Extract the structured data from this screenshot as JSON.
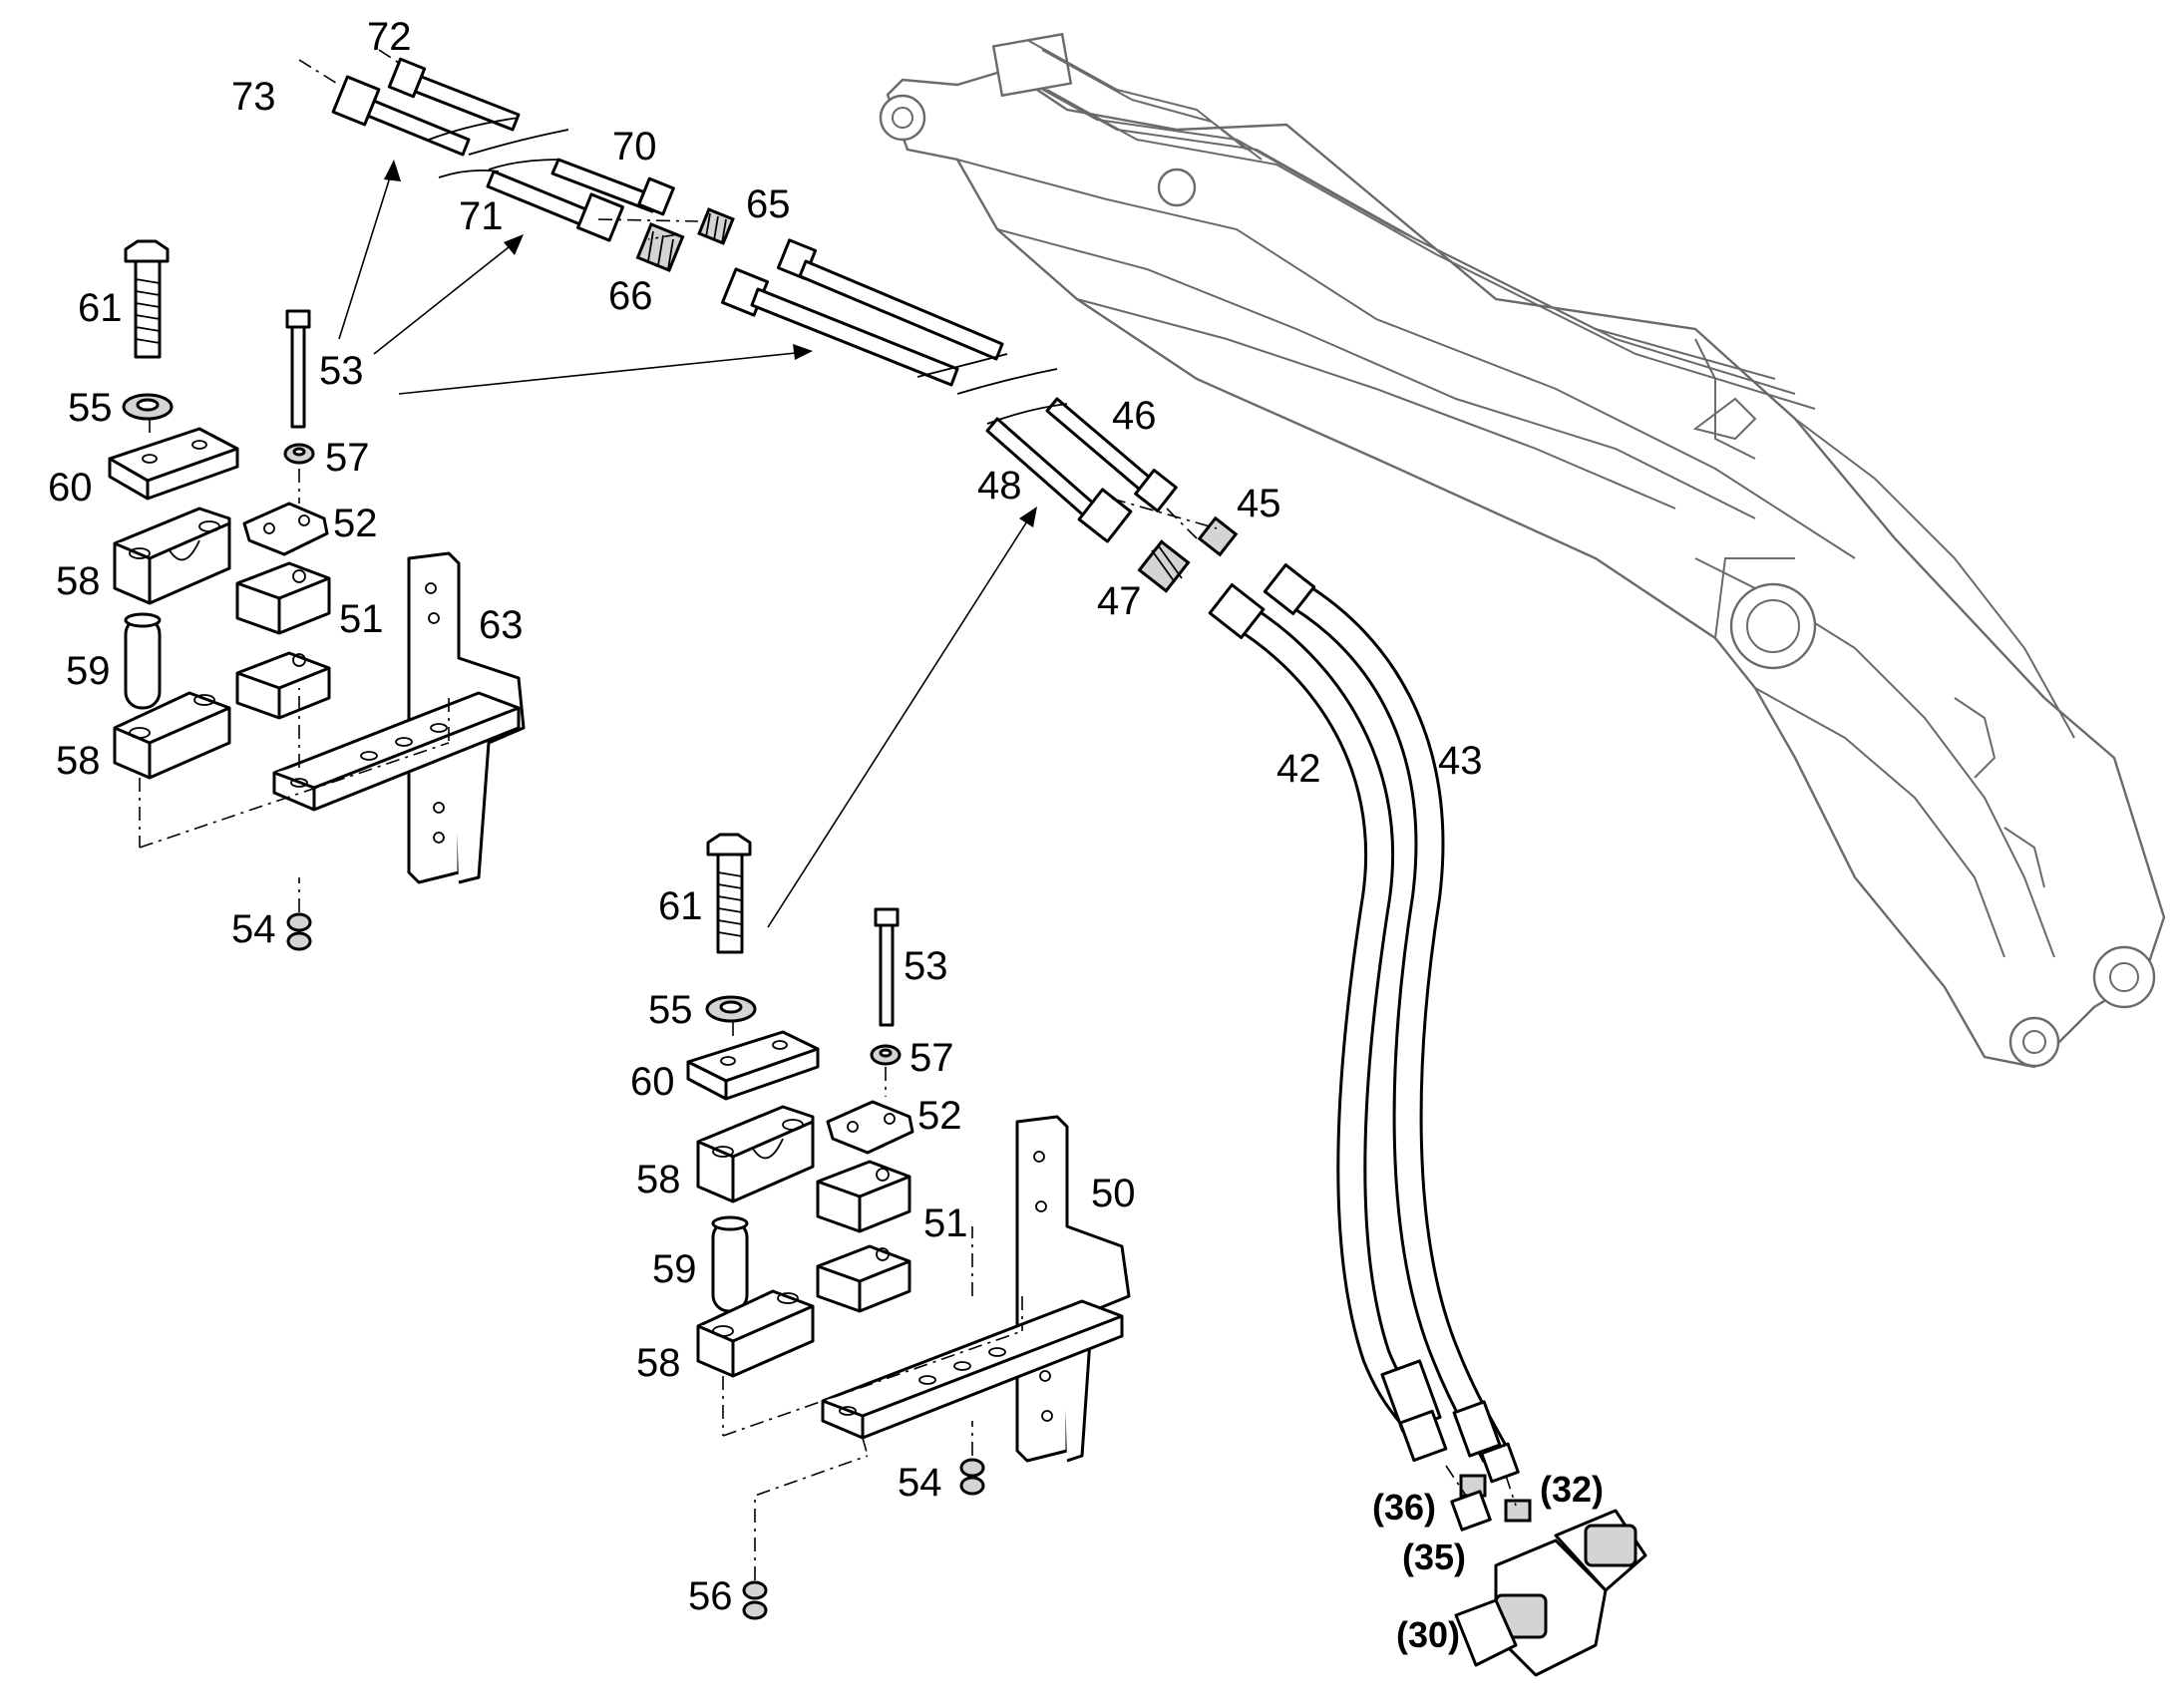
{
  "diagram": {
    "labels": {
      "p73": "73",
      "p72": "72",
      "p70": "70",
      "p71": "71",
      "p65": "65",
      "p66": "66",
      "p61a": "61",
      "p53a": "53",
      "p55a": "55",
      "p57a": "57",
      "p60a": "60",
      "p52a": "52",
      "p58a": "58",
      "p51a": "51",
      "p63": "63",
      "p59a": "59",
      "p58b": "58",
      "p54a": "54",
      "p46": "46",
      "p45": "45",
      "p48": "48",
      "p47": "47",
      "p42": "42",
      "p43": "43",
      "p61b": "61",
      "p53b": "53",
      "p55b": "55",
      "p57b": "57",
      "p60b": "60",
      "p52b": "52",
      "p58c": "58",
      "p51b": "51",
      "p50": "50",
      "p59b": "59",
      "p58d": "58",
      "p54b": "54",
      "p56": "56",
      "p36": "(36)",
      "p32": "(32)",
      "p35": "(35)",
      "p30": "(30)"
    }
  }
}
